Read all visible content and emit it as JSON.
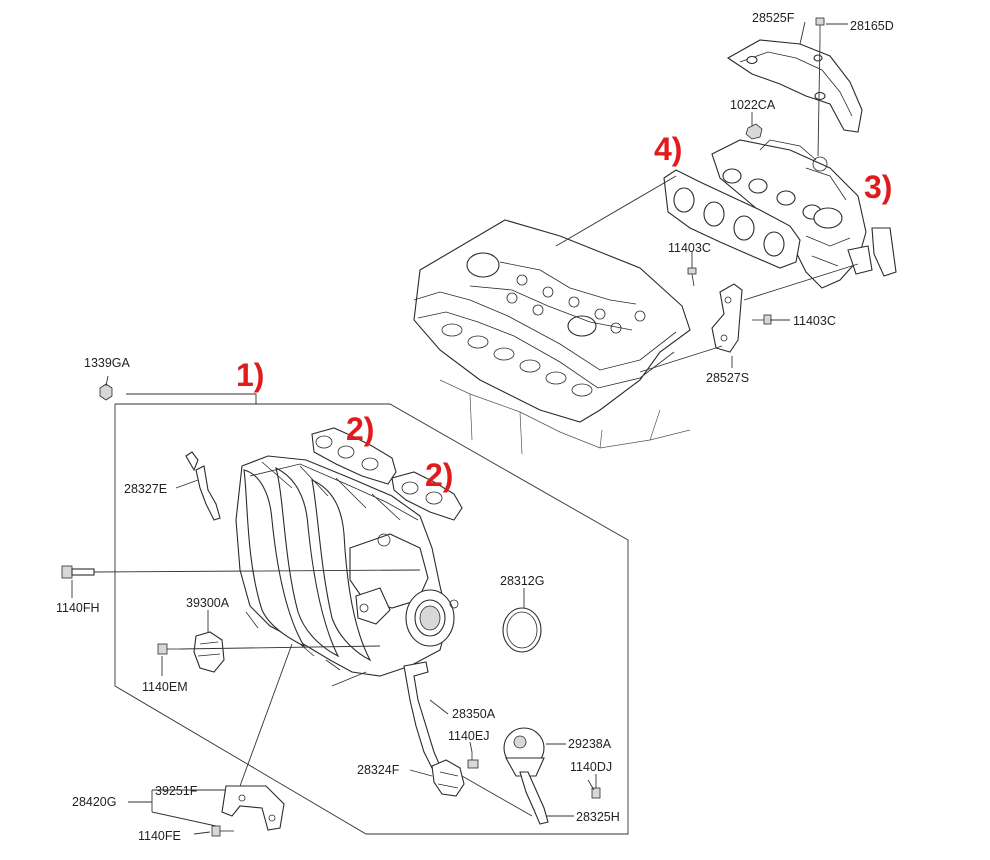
{
  "colors": {
    "callout": "#e01b1b",
    "line": "#333333",
    "background": "#ffffff"
  },
  "callouts": [
    "1)",
    "2)",
    "2)",
    "3)",
    "4)"
  ],
  "part_labels": {
    "p28525F": "28525F",
    "p28165D": "28165D",
    "p1022CA": "1022CA",
    "p11403C_a": "11403C",
    "p11403C_b": "11403C",
    "p28527S": "28527S",
    "p1339GA": "1339GA",
    "p28327E": "28327E",
    "p1140FH": "1140FH",
    "p39300A": "39300A",
    "p1140EM": "1140EM",
    "p28312G": "28312G",
    "p28350A": "28350A",
    "p1140EJ": "1140EJ",
    "p29238A": "29238A",
    "p28324F": "28324F",
    "p1140DJ": "1140DJ",
    "p28325H": "28325H",
    "p28420G": "28420G",
    "p39251F": "39251F",
    "p1140FE": "1140FE"
  }
}
